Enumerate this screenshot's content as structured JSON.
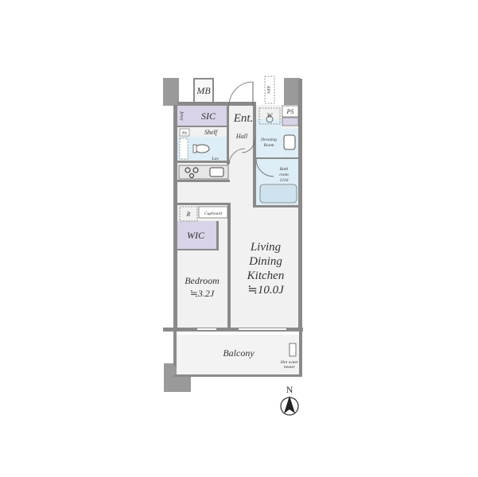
{
  "rooms": {
    "mb": "MB",
    "eps": "EPS",
    "ps_top": "PS",
    "ps_left": "PS",
    "sic": "SIC",
    "shelf_side": "Shelf",
    "shelf": "Shelf",
    "ent": "Ent.",
    "hall": "Hall",
    "w": "W",
    "dressing_1": "Dressing",
    "dressing_2": "Room",
    "lav": "Lav.",
    "bath_1": "Bath",
    "bath_2": "room",
    "bath_size": "1216",
    "r": "R",
    "cupboard": "Cupboard",
    "wic": "WIC",
    "bedroom": "Bedroom",
    "bedroom_size": "≒3.2J",
    "ldk_1": "Living",
    "ldk_2": "Dining",
    "ldk_3": "Kitchen",
    "ldk_size": "≒10.0J",
    "balcony": "Balcony",
    "heater_1": "Hot water",
    "heater_2": "heater",
    "north": "N"
  },
  "colors": {
    "wall": "#8a8a8a",
    "floor": "#f1f1f1",
    "storage": "#d9d3e8",
    "wet": "#ddeef6",
    "pillar": "#9a9a9a",
    "line": "#555555"
  }
}
